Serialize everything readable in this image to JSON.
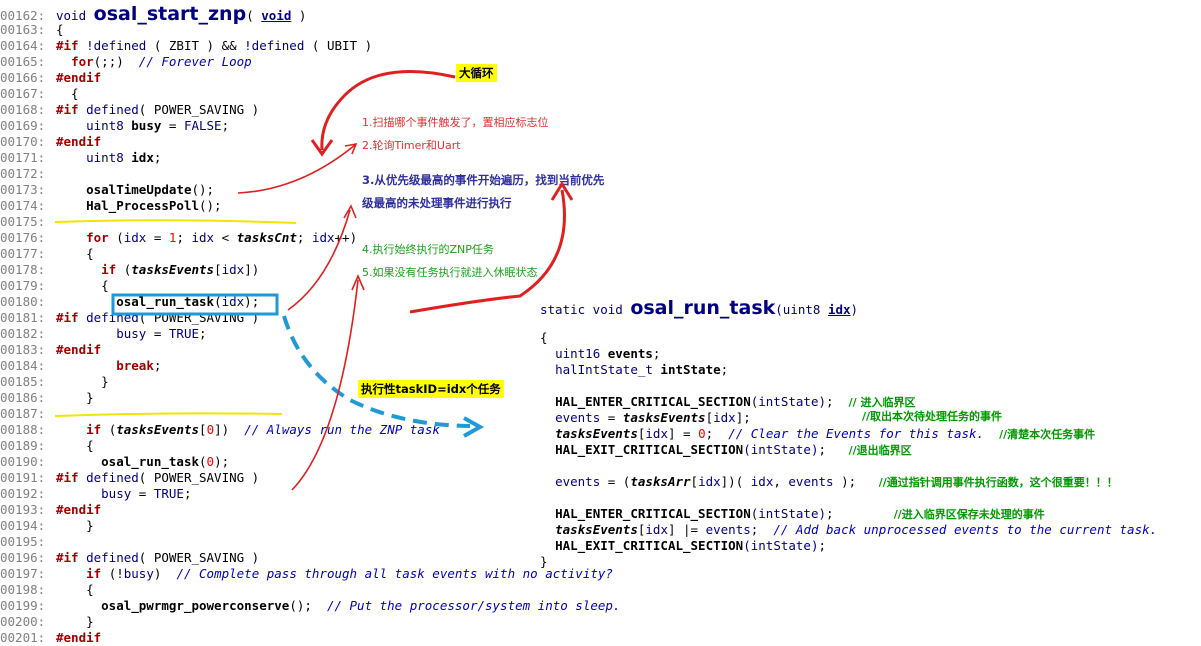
{
  "left_code": [
    {
      "n": "00162:",
      "parts": [
        [
          "kw",
          "void "
        ],
        [
          "title",
          "osal_start_znp"
        ],
        [
          "",
          "( "
        ],
        [
          "ul",
          "void"
        ],
        [
          "",
          " )"
        ]
      ]
    },
    {
      "n": "00163:",
      "parts": [
        [
          "",
          "{"
        ]
      ]
    },
    {
      "n": "00164:",
      "parts": [
        [
          "pp",
          "#if"
        ],
        [
          "kw",
          " !defined "
        ],
        [
          "",
          "( ZBIT ) && "
        ],
        [
          "kw",
          "!defined "
        ],
        [
          "",
          "( UBIT )"
        ]
      ]
    },
    {
      "n": "00165:",
      "parts": [
        [
          "",
          "  "
        ],
        [
          "pp",
          "for"
        ],
        [
          "",
          "(;;)  "
        ],
        [
          "cm",
          "// Forever Loop"
        ]
      ]
    },
    {
      "n": "00166:",
      "parts": [
        [
          "pp",
          "#endif"
        ]
      ]
    },
    {
      "n": "00167:",
      "parts": [
        [
          "",
          "  {"
        ]
      ]
    },
    {
      "n": "00168:",
      "parts": [
        [
          "pp",
          "#if"
        ],
        [
          "kw",
          " defined"
        ],
        [
          "",
          "( POWER_SAVING )"
        ]
      ]
    },
    {
      "n": "00169:",
      "parts": [
        [
          "",
          "    "
        ],
        [
          "kw",
          "uint8 "
        ],
        [
          "bold",
          "busy"
        ],
        [
          "",
          " = "
        ],
        [
          "kw",
          "FALSE"
        ],
        [
          "",
          ";"
        ]
      ]
    },
    {
      "n": "00170:",
      "parts": [
        [
          "pp",
          "#endif"
        ]
      ]
    },
    {
      "n": "00171:",
      "parts": [
        [
          "",
          "    "
        ],
        [
          "kw",
          "uint8 "
        ],
        [
          "bold",
          "idx"
        ],
        [
          "",
          ";"
        ]
      ]
    },
    {
      "n": "00172:",
      "parts": []
    },
    {
      "n": "00173:",
      "parts": [
        [
          "",
          "    "
        ],
        [
          "bold",
          "osalTimeUpdate"
        ],
        [
          "",
          "();"
        ]
      ]
    },
    {
      "n": "00174:",
      "parts": [
        [
          "",
          "    "
        ],
        [
          "bold",
          "Hal_ProcessPoll"
        ],
        [
          "",
          "();"
        ]
      ]
    },
    {
      "n": "00175:",
      "parts": []
    },
    {
      "n": "00176:",
      "parts": [
        [
          "",
          "    "
        ],
        [
          "pp",
          "for"
        ],
        [
          "",
          " ("
        ],
        [
          "kw",
          "idx"
        ],
        [
          "",
          " = "
        ],
        [
          "num",
          "1"
        ],
        [
          "",
          "; "
        ],
        [
          "kw",
          "idx"
        ],
        [
          "",
          " < "
        ],
        [
          "it",
          "tasksCnt"
        ],
        [
          "",
          "; "
        ],
        [
          "kw",
          "idx"
        ],
        [
          "",
          "++)"
        ]
      ]
    },
    {
      "n": "00177:",
      "parts": [
        [
          "",
          "    {"
        ]
      ]
    },
    {
      "n": "00178:",
      "parts": [
        [
          "",
          "      "
        ],
        [
          "pp",
          "if"
        ],
        [
          "",
          " ("
        ],
        [
          "it",
          "tasksEvents"
        ],
        [
          "",
          "["
        ],
        [
          "kw",
          "idx"
        ],
        [
          "",
          "])"
        ]
      ]
    },
    {
      "n": "00179:",
      "parts": [
        [
          "",
          "      {"
        ]
      ]
    },
    {
      "n": "00180:",
      "parts": [
        [
          "",
          "        "
        ],
        [
          "bold",
          "osal_run_task"
        ],
        [
          "",
          "("
        ],
        [
          "kw",
          "idx"
        ],
        [
          "",
          ");"
        ]
      ]
    },
    {
      "n": "00181:",
      "parts": [
        [
          "pp",
          "#if"
        ],
        [
          "kw",
          " defined"
        ],
        [
          "",
          "( POWER_SAVING )"
        ]
      ]
    },
    {
      "n": "00182:",
      "parts": [
        [
          "",
          "        "
        ],
        [
          "kw",
          "busy"
        ],
        [
          "",
          " = "
        ],
        [
          "kw",
          "TRUE"
        ],
        [
          "",
          ";"
        ]
      ]
    },
    {
      "n": "00183:",
      "parts": [
        [
          "pp",
          "#endif"
        ]
      ]
    },
    {
      "n": "00184:",
      "parts": [
        [
          "",
          "        "
        ],
        [
          "pp",
          "break"
        ],
        [
          "",
          ";"
        ]
      ]
    },
    {
      "n": "00185:",
      "parts": [
        [
          "",
          "      }"
        ]
      ]
    },
    {
      "n": "00186:",
      "parts": [
        [
          "",
          "    }"
        ]
      ]
    },
    {
      "n": "00187:",
      "parts": []
    },
    {
      "n": "00188:",
      "parts": [
        [
          "",
          "    "
        ],
        [
          "pp",
          "if"
        ],
        [
          "",
          " ("
        ],
        [
          "it",
          "tasksEvents"
        ],
        [
          "",
          "["
        ],
        [
          "num",
          "0"
        ],
        [
          "",
          "])  "
        ],
        [
          "cm",
          "// Always run the ZNP task"
        ]
      ]
    },
    {
      "n": "00189:",
      "parts": [
        [
          "",
          "    {"
        ]
      ]
    },
    {
      "n": "00190:",
      "parts": [
        [
          "",
          "      "
        ],
        [
          "bold",
          "osal_run_task"
        ],
        [
          "",
          "("
        ],
        [
          "num",
          "0"
        ],
        [
          "",
          ");"
        ]
      ]
    },
    {
      "n": "00191:",
      "parts": [
        [
          "pp",
          "#if"
        ],
        [
          "kw",
          " defined"
        ],
        [
          "",
          "( POWER_SAVING )"
        ]
      ]
    },
    {
      "n": "00192:",
      "parts": [
        [
          "",
          "      "
        ],
        [
          "kw",
          "busy"
        ],
        [
          "",
          " = "
        ],
        [
          "kw",
          "TRUE"
        ],
        [
          "",
          ";"
        ]
      ]
    },
    {
      "n": "00193:",
      "parts": [
        [
          "pp",
          "#endif"
        ]
      ]
    },
    {
      "n": "00194:",
      "parts": [
        [
          "",
          "    }"
        ]
      ]
    },
    {
      "n": "00195:",
      "parts": []
    },
    {
      "n": "00196:",
      "parts": [
        [
          "pp",
          "#if"
        ],
        [
          "kw",
          " defined"
        ],
        [
          "",
          "( POWER_SAVING )"
        ]
      ]
    },
    {
      "n": "00197:",
      "parts": [
        [
          "",
          "    "
        ],
        [
          "pp",
          "if"
        ],
        [
          "",
          " (!"
        ],
        [
          "kw",
          "busy"
        ],
        [
          "",
          ")  "
        ],
        [
          "cm",
          "// Complete pass through all task events with no activity?"
        ]
      ]
    },
    {
      "n": "00198:",
      "parts": [
        [
          "",
          "    {"
        ]
      ]
    },
    {
      "n": "00199:",
      "parts": [
        [
          "",
          "      "
        ],
        [
          "bold",
          "osal_pwrmgr_powerconserve"
        ],
        [
          "",
          "();  "
        ],
        [
          "cm",
          "// Put the processor/system into sleep."
        ]
      ]
    },
    {
      "n": "00200:",
      "parts": [
        [
          "",
          "    }"
        ]
      ]
    },
    {
      "n": "00201:",
      "parts": [
        [
          "pp",
          "#endif"
        ]
      ]
    }
  ],
  "right_code": [
    {
      "parts": [
        [
          "kw",
          "static void "
        ],
        [
          "title",
          "osal_run_task"
        ],
        [
          "kw",
          "(uint8 "
        ],
        [
          "ul",
          "idx"
        ],
        [
          "kw",
          ")"
        ]
      ]
    },
    {
      "parts": [
        [
          "",
          "{"
        ]
      ]
    },
    {
      "parts": [
        [
          "",
          "  "
        ],
        [
          "kw",
          "uint16 "
        ],
        [
          "bold",
          "events"
        ],
        [
          "",
          ";"
        ]
      ]
    },
    {
      "parts": [
        [
          "",
          "  "
        ],
        [
          "kw",
          "halIntState_t "
        ],
        [
          "bold",
          "intState"
        ],
        [
          "",
          ";"
        ]
      ]
    },
    {
      "parts": []
    },
    {
      "parts": [
        [
          "",
          "  "
        ],
        [
          "bold",
          "HAL_ENTER_CRITICAL_SECTION"
        ],
        [
          "kw",
          "(intState)"
        ],
        [
          "",
          ";  "
        ],
        [
          "cn",
          "// 进入临界区"
        ]
      ]
    },
    {
      "parts": [
        [
          "",
          "  "
        ],
        [
          "kw",
          "events"
        ],
        [
          "",
          " = "
        ],
        [
          "it",
          "tasksEvents"
        ],
        [
          "",
          "["
        ],
        [
          "kw",
          "idx"
        ],
        [
          "",
          "];"
        ]
      ]
    },
    {
      "parts": [
        [
          "",
          "  "
        ],
        [
          "it",
          "tasksEvents"
        ],
        [
          "",
          "["
        ],
        [
          "kw",
          "idx"
        ],
        [
          "",
          "] = "
        ],
        [
          "num",
          "0"
        ],
        [
          "",
          ";  "
        ],
        [
          "cm",
          "// Clear the Events for this task.  "
        ],
        [
          "cn",
          "//清楚本次任务事件"
        ]
      ]
    },
    {
      "parts": [
        [
          "",
          "  "
        ],
        [
          "bold",
          "HAL_EXIT_CRITICAL_SECTION"
        ],
        [
          "kw",
          "(intState)"
        ],
        [
          "",
          ";   "
        ],
        [
          "cn",
          "//退出临界区"
        ]
      ]
    },
    {
      "parts": []
    },
    {
      "parts": [
        [
          "",
          "  "
        ],
        [
          "kw",
          "events"
        ],
        [
          "",
          " = ("
        ],
        [
          "it",
          "tasksArr"
        ],
        [
          "",
          "["
        ],
        [
          "kw",
          "idx"
        ],
        [
          "",
          "])( "
        ],
        [
          "kw",
          "idx"
        ],
        [
          "",
          ", "
        ],
        [
          "kw",
          "events"
        ],
        [
          "",
          " );   "
        ],
        [
          "cn",
          "//通过指针调用事件执行函数，这个很重要！！！"
        ]
      ]
    },
    {
      "parts": []
    },
    {
      "parts": [
        [
          "",
          "  "
        ],
        [
          "bold",
          "HAL_ENTER_CRITICAL_SECTION"
        ],
        [
          "kw",
          "(intState)"
        ],
        [
          "",
          ";        "
        ],
        [
          "cn",
          "//进入临界区保存未处理的事件"
        ]
      ]
    },
    {
      "parts": [
        [
          "",
          "  "
        ],
        [
          "it",
          "tasksEvents"
        ],
        [
          "",
          "["
        ],
        [
          "kw",
          "idx"
        ],
        [
          "",
          "] |= "
        ],
        [
          "kw",
          "events"
        ],
        [
          "",
          ";  "
        ],
        [
          "cm",
          "// Add back unprocessed events to the current task."
        ]
      ]
    },
    {
      "parts": [
        [
          "",
          "  "
        ],
        [
          "bold",
          "HAL_EXIT_CRITICAL_SECTION"
        ],
        [
          "kw",
          "(intState)"
        ],
        [
          "",
          ";"
        ]
      ]
    },
    {
      "parts": [
        [
          "",
          "}"
        ]
      ]
    }
  ],
  "extra_right_comment": "//取出本次待处理任务的事件",
  "notes": {
    "big_loop": "大循环",
    "note1": "1.扫描哪个事件触发了，置相应标志位",
    "note2": "2.轮询Timer和Uart",
    "note3a": "3.从优先级最高的事件开始遍历，找到当前优先",
    "note3b": "级最高的未处理事件进行执行",
    "note4": "4.执行始终执行的ZNP任务",
    "note5": "5.如果没有任务执行就进入休眠状态",
    "task_exec": "执行性taskID=idx个任务"
  },
  "colors": {
    "keyword": "#000080",
    "preprocessor": "#a00000",
    "comment": "#0000c0",
    "highlight": "#ffff00",
    "arrow": "#e02020",
    "box": "#1f9ad6"
  }
}
